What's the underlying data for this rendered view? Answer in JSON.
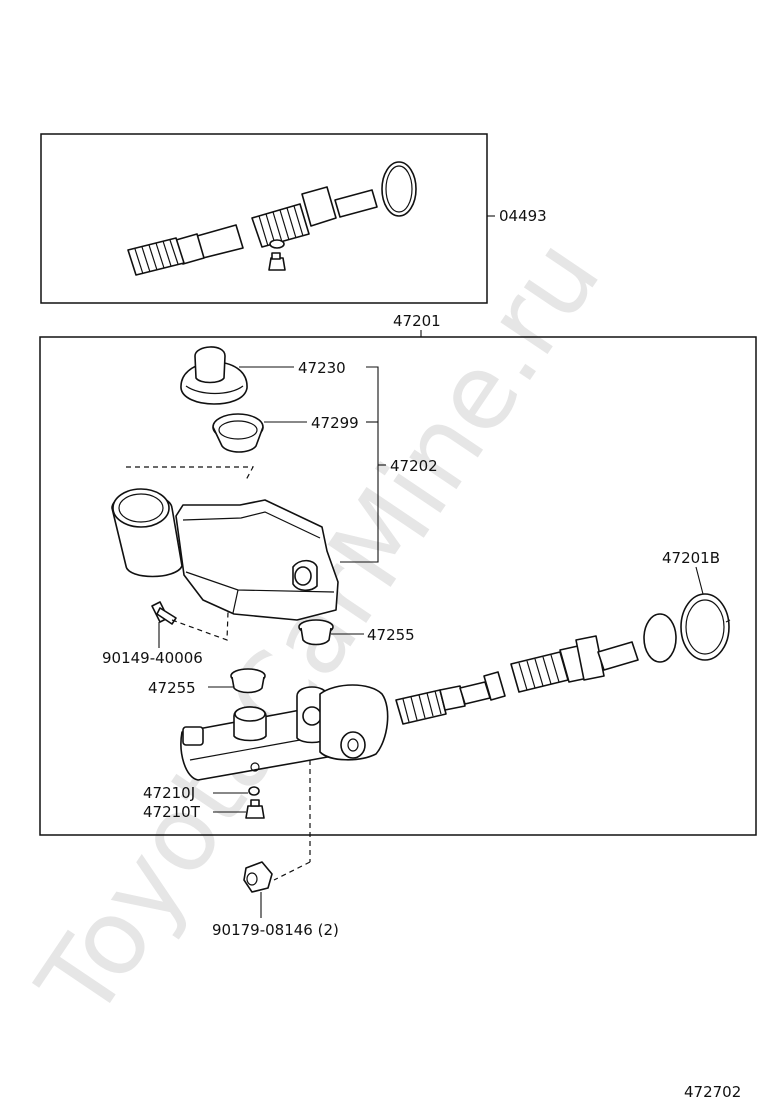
{
  "watermark": "ToyotaCarMine.ru",
  "diagram_code": "472702",
  "labels": {
    "kit_04493": "04493",
    "assy_47201": "47201",
    "cap_47230": "47230",
    "strainer_47299": "47299",
    "reservoir_47202": "47202",
    "kit_47201b": "47201B",
    "bolt_90149": "90149-40006",
    "grommet_47255_right": "47255",
    "grommet_47255_left": "47255",
    "gasket_47210j": "47210J",
    "plug_47210t": "47210T",
    "nut_90179": "90179-08146 (2)"
  }
}
